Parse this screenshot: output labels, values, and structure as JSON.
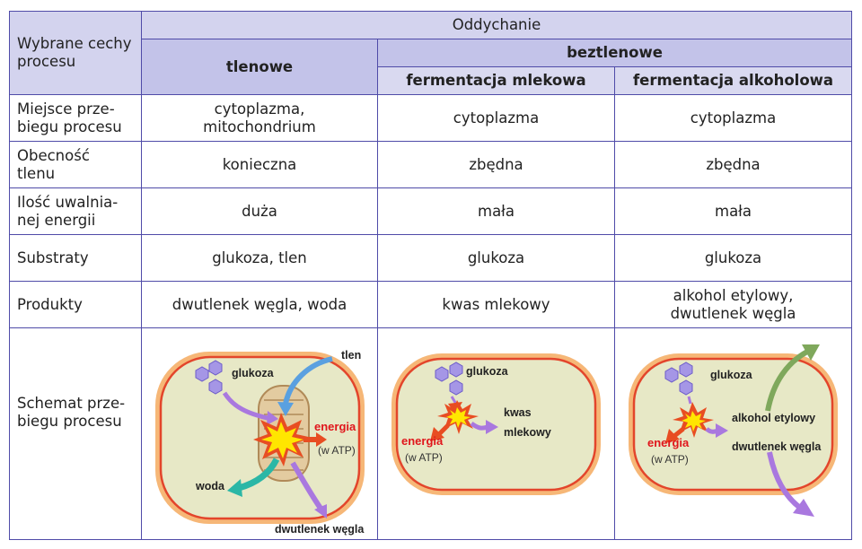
{
  "header": {
    "features_label": "Wybrane cechy procesu",
    "breathing": "Oddychanie",
    "aerobic": "tlenowe",
    "anaerobic": "beztlenowe",
    "lactic": "fermentacja mlekowa",
    "alcoholic": "fermentacja alkoholowa"
  },
  "rows": [
    {
      "label": "Miejsce prze-\nbiegu procesu",
      "aerobic": "cytoplazma,\nmitochondrium",
      "lactic": "cytoplazma",
      "alcoholic": "cytoplazma"
    },
    {
      "label": "Obecność\ntlenu",
      "aerobic": "konieczna",
      "lactic": "zbędna",
      "alcoholic": "zbędna"
    },
    {
      "label": "Ilość uwalnia-\nnej energii",
      "aerobic": "duża",
      "lactic": "mała",
      "alcoholic": "mała"
    },
    {
      "label": "Substraty",
      "aerobic": "glukoza, tlen",
      "lactic": "glukoza",
      "alcoholic": "glukoza"
    },
    {
      "label": "Produkty",
      "aerobic": "dwutlenek węgla, woda",
      "lactic": "kwas mlekowy",
      "alcoholic": "alkohol etylowy,\ndwutlenek węgla"
    }
  ],
  "scheme": {
    "label": "Schemat prze-\nbiegu procesu",
    "aerobic": {
      "glucose": "glukoza",
      "oxygen": "tlen",
      "energy": "energia",
      "atp": "(w ATP)",
      "water": "woda",
      "co2": "dwutlenek węgla"
    },
    "lactic": {
      "glucose": "glukoza",
      "energy": "energia",
      "atp": "(w ATP)",
      "product_line1": "kwas",
      "product_line2": "mlekowy"
    },
    "alcoholic": {
      "glucose": "glukoza",
      "energy": "energia",
      "atp": "(w ATP)",
      "ethanol": "alkohol etylowy",
      "co2": "dwutlenek węgla"
    }
  },
  "colors": {
    "border": "#4f4ba8",
    "header_bg": "#d3d3ee",
    "header_dark": "#c3c3e9",
    "cell_fill": "#e7e8c6",
    "cell_border": "#e3452b",
    "cell_outer": "#f6b777",
    "glucose": "#a596e6",
    "arrow_purple": "#a978df",
    "arrow_blue": "#5aa0e0",
    "arrow_teal": "#2bb7a6",
    "arrow_green": "#7fa85c",
    "energy_red": "#e0151b"
  }
}
